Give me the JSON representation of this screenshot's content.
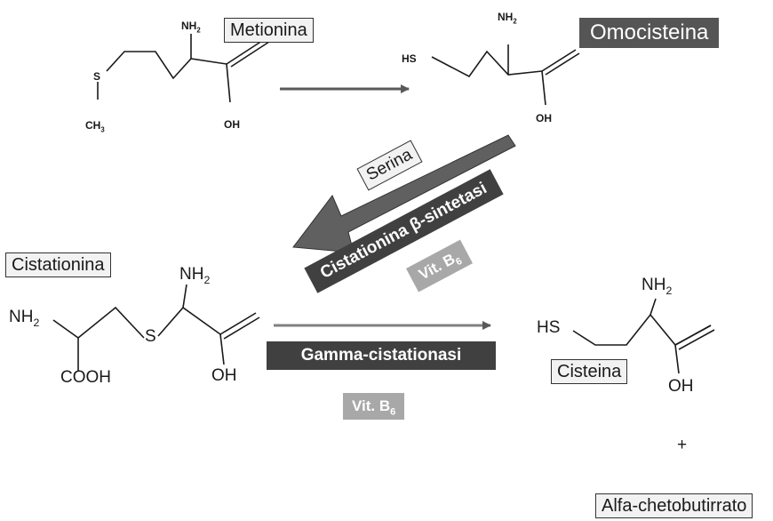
{
  "molecules": {
    "metionina": {
      "name": "Metionina",
      "nh": "NH",
      "nh_sub": "2",
      "s": "S",
      "ch": "CH",
      "ch_sub": "3",
      "oh": "OH"
    },
    "omocisteina": {
      "name": "Omocisteina",
      "hs": "HS",
      "nh": "NH",
      "nh_sub": "2",
      "oh": "OH"
    },
    "cistationina": {
      "name": "Cistationina",
      "nh_left": "NH",
      "nh_left_sub": "2",
      "nh_top": "NH",
      "nh_top_sub": "2",
      "s": "S",
      "cooh": "COOH",
      "oh": "OH"
    },
    "cisteina": {
      "name": "Cisteina",
      "hs": "HS",
      "nh": "NH",
      "nh_sub": "2",
      "oh": "OH"
    }
  },
  "reagents": {
    "serina": "Serina",
    "plus": "+",
    "alfa_chetobutirrato": "Alfa-chetobutirrato"
  },
  "enzymes": {
    "cistationina_sintetasi": {
      "text": "Cistationina β-sintetasi",
      "rotation_deg": -28
    },
    "gamma_cistationasi": {
      "text": "Gamma-cistationasi"
    }
  },
  "cofactors": {
    "vit_b6_upper": {
      "text": "Vit. B",
      "sub": "6",
      "rotation_deg": -28
    },
    "vit_b6_lower": {
      "text": "Vit. B",
      "sub": "6"
    }
  },
  "colors": {
    "arrow_dark": "#595959",
    "arrow_block": "#606060",
    "enzyme_bg": "#404040",
    "box_dark_bg": "#555555",
    "box_light_bg": "#f2f2f2",
    "vit_bg": "#a8a8a8"
  }
}
